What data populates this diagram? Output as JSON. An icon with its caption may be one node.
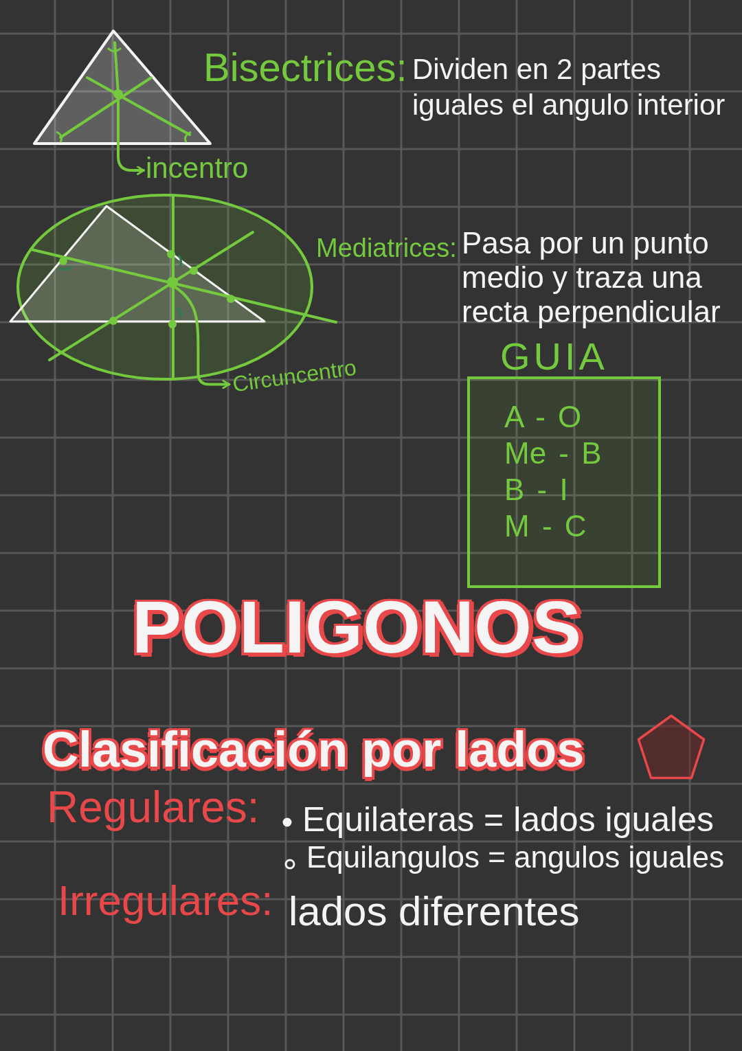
{
  "diagram": {
    "nodes": [
      {
        "text": [],
        "shape": "circle"
      },
      {
        "text": [
          "incentro"
        ]
      },
      {
        "text": [],
        "shape": "circle"
      },
      {
        "text": [
          "Circuncentro"
        ]
      },
      {
        "text": [
          "GUIA",
          "A - O",
          "Me - B",
          "B - I",
          "M - C"
        ]
      }
    ],
    "edges": [
      {
        "from": 0,
        "to": 1,
        "arrow": "to"
      },
      {
        "from": 2,
        "to": 3,
        "arrow": "to"
      }
    ],
    "labels": [
      "Bisectrices:",
      "Dividen en 2 partes iguales el angulo interior",
      "Mediatrices:",
      "Pasa por un punto medio y traza una recta perpendicular",
      "POLIGONOS",
      "Clasificación por lados",
      "Regulares:",
      "Equilateras = lados iguales",
      "Equilangulos = angulos iguales",
      "Irregulares:",
      "lados diferentes"
    ]
  }
}
